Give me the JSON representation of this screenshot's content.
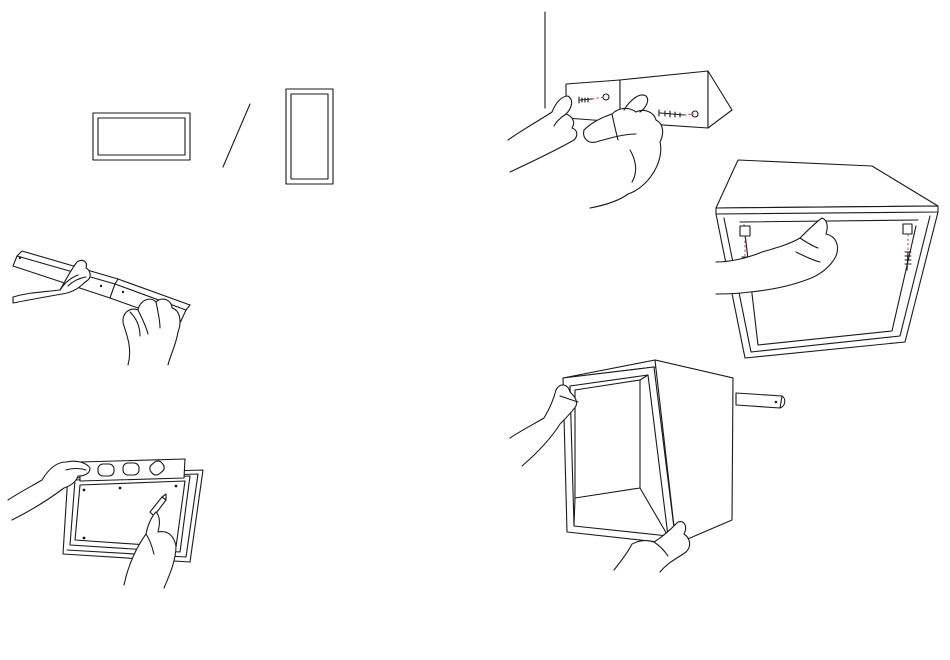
{
  "diagram": {
    "panels": [
      {
        "id": "orientation",
        "icon": "frame-orientation-icon"
      },
      {
        "id": "join-rails",
        "icon": "join-rails-icon"
      },
      {
        "id": "level-and-mark",
        "icon": "level-mark-icon"
      },
      {
        "id": "fix-brackets-to-wall",
        "icon": "wall-bracket-screw-icon"
      },
      {
        "id": "screw-frame-to-bracket",
        "icon": "frame-screw-icon"
      },
      {
        "id": "slide-box-onto-rail",
        "icon": "box-mount-icon"
      }
    ],
    "colors": {
      "line": "#1a1a1a",
      "guide": "#d0304a",
      "background": "#ffffff"
    }
  }
}
